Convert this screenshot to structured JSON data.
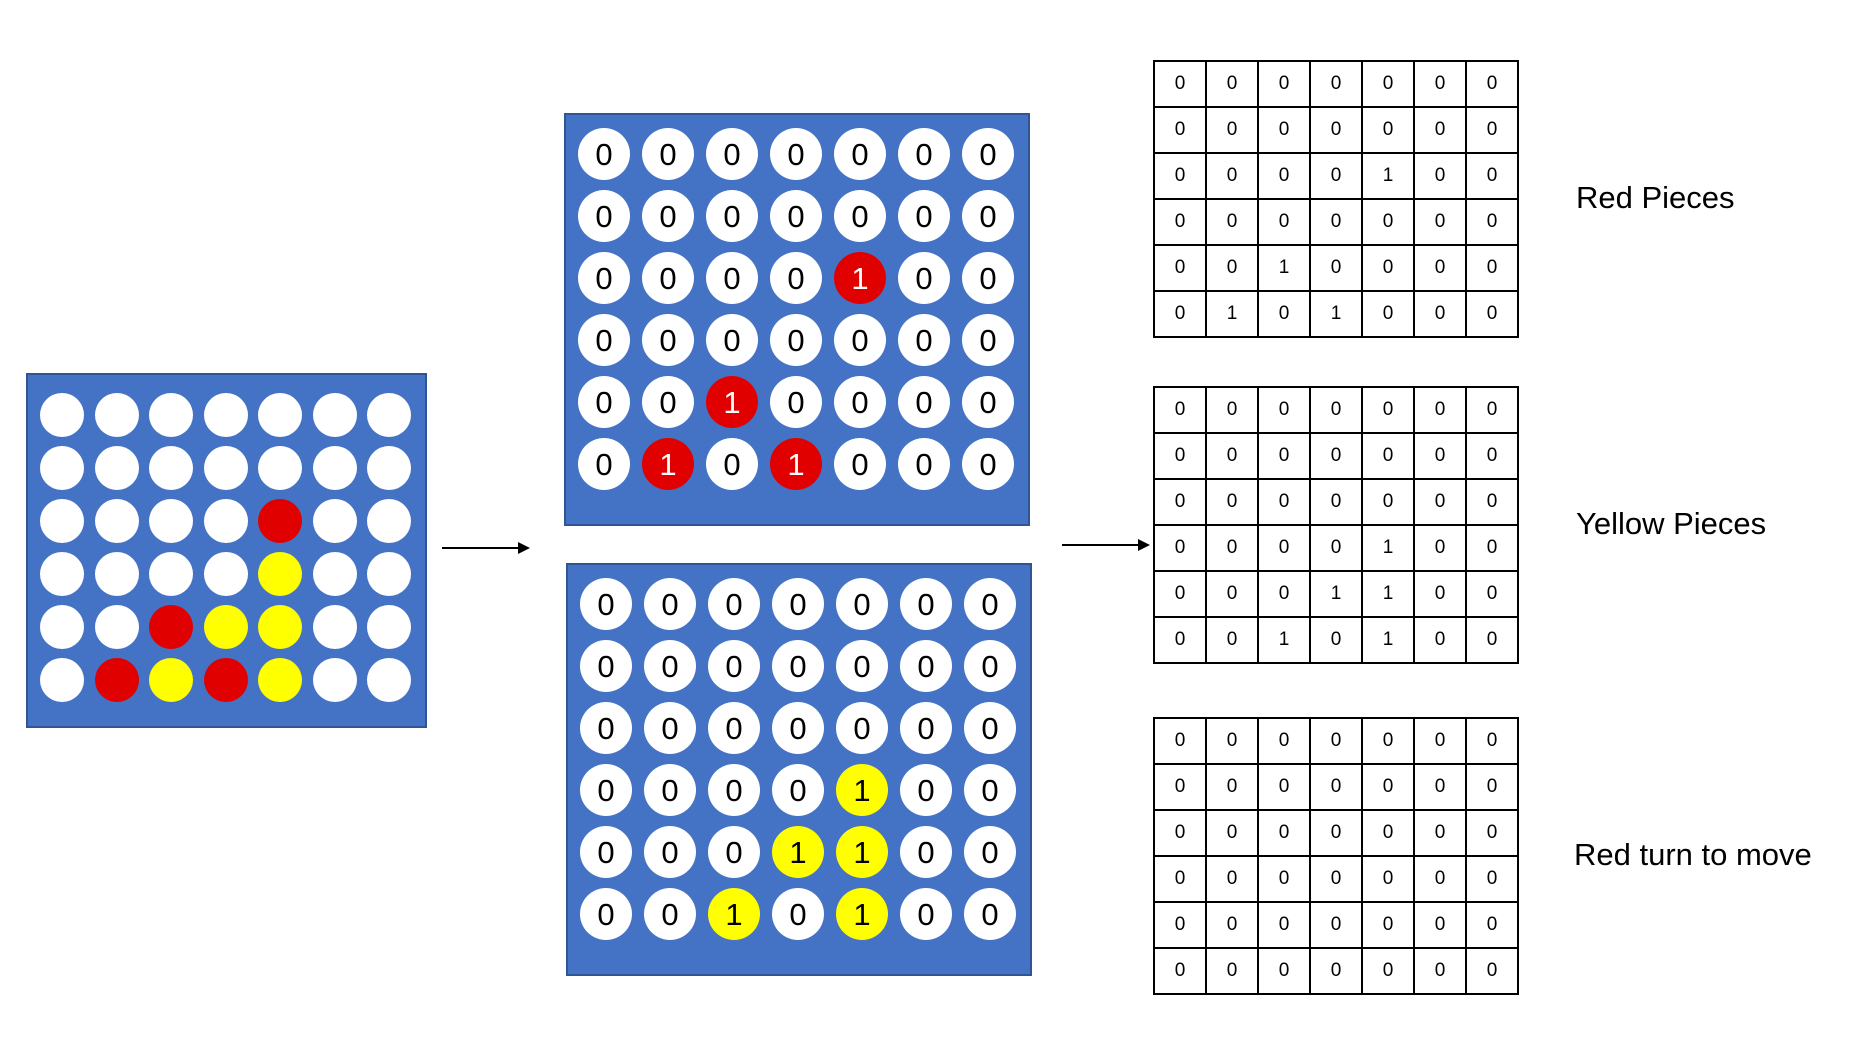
{
  "colors": {
    "board": "#4472C4",
    "red": "#E00000",
    "yellow": "#FFFF00",
    "empty": "#FFFFFF"
  },
  "source_board": [
    [
      "empty",
      "empty",
      "empty",
      "empty",
      "empty",
      "empty",
      "empty"
    ],
    [
      "empty",
      "empty",
      "empty",
      "empty",
      "empty",
      "empty",
      "empty"
    ],
    [
      "empty",
      "empty",
      "empty",
      "empty",
      "red",
      "empty",
      "empty"
    ],
    [
      "empty",
      "empty",
      "empty",
      "empty",
      "yellow",
      "empty",
      "empty"
    ],
    [
      "empty",
      "empty",
      "red",
      "yellow",
      "yellow",
      "empty",
      "empty"
    ],
    [
      "empty",
      "red",
      "yellow",
      "red",
      "yellow",
      "empty",
      "empty"
    ]
  ],
  "red_board": [
    [
      0,
      0,
      0,
      0,
      0,
      0,
      0
    ],
    [
      0,
      0,
      0,
      0,
      0,
      0,
      0
    ],
    [
      0,
      0,
      0,
      0,
      1,
      0,
      0
    ],
    [
      0,
      0,
      0,
      0,
      0,
      0,
      0
    ],
    [
      0,
      0,
      1,
      0,
      0,
      0,
      0
    ],
    [
      0,
      1,
      0,
      1,
      0,
      0,
      0
    ]
  ],
  "yellow_board": [
    [
      0,
      0,
      0,
      0,
      0,
      0,
      0
    ],
    [
      0,
      0,
      0,
      0,
      0,
      0,
      0
    ],
    [
      0,
      0,
      0,
      0,
      0,
      0,
      0
    ],
    [
      0,
      0,
      0,
      0,
      1,
      0,
      0
    ],
    [
      0,
      0,
      0,
      1,
      1,
      0,
      0
    ],
    [
      0,
      0,
      1,
      0,
      1,
      0,
      0
    ]
  ],
  "red_matrix": [
    [
      0,
      0,
      0,
      0,
      0,
      0,
      0
    ],
    [
      0,
      0,
      0,
      0,
      0,
      0,
      0
    ],
    [
      0,
      0,
      0,
      0,
      1,
      0,
      0
    ],
    [
      0,
      0,
      0,
      0,
      0,
      0,
      0
    ],
    [
      0,
      0,
      1,
      0,
      0,
      0,
      0
    ],
    [
      0,
      1,
      0,
      1,
      0,
      0,
      0
    ]
  ],
  "yellow_matrix": [
    [
      0,
      0,
      0,
      0,
      0,
      0,
      0
    ],
    [
      0,
      0,
      0,
      0,
      0,
      0,
      0
    ],
    [
      0,
      0,
      0,
      0,
      0,
      0,
      0
    ],
    [
      0,
      0,
      0,
      0,
      1,
      0,
      0
    ],
    [
      0,
      0,
      0,
      1,
      1,
      0,
      0
    ],
    [
      0,
      0,
      1,
      0,
      1,
      0,
      0
    ]
  ],
  "turn_matrix": [
    [
      0,
      0,
      0,
      0,
      0,
      0,
      0
    ],
    [
      0,
      0,
      0,
      0,
      0,
      0,
      0
    ],
    [
      0,
      0,
      0,
      0,
      0,
      0,
      0
    ],
    [
      0,
      0,
      0,
      0,
      0,
      0,
      0
    ],
    [
      0,
      0,
      0,
      0,
      0,
      0,
      0
    ],
    [
      0,
      0,
      0,
      0,
      0,
      0,
      0
    ]
  ],
  "labels": {
    "red": "Red Pieces",
    "yellow": "Yellow Pieces",
    "turn": "Red turn to move"
  }
}
